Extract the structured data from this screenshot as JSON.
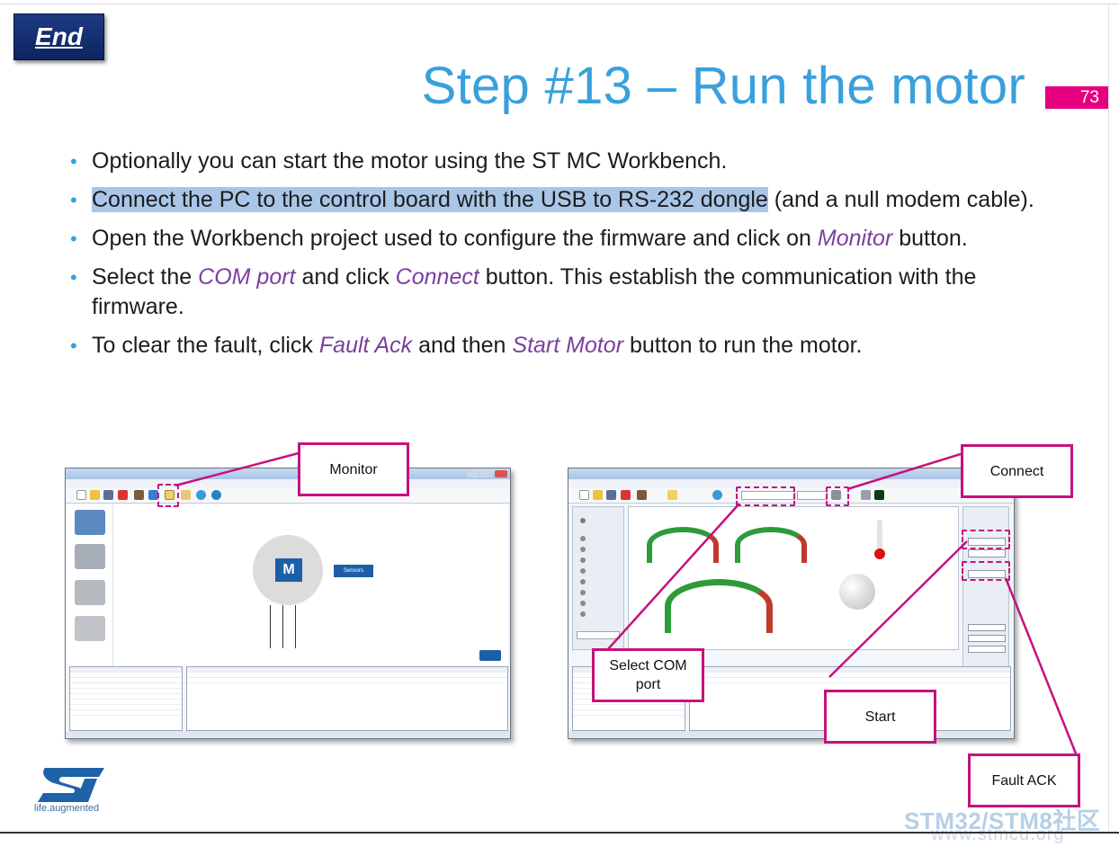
{
  "slide": {
    "end_label": "End",
    "title": "Step #13 – Run the motor",
    "page_number": "73"
  },
  "bullets": {
    "b1": "Optionally you can start the motor using the ST MC Workbench.",
    "b2_highlight": "Connect the PC to the control board with the USB to RS-232 dongle",
    "b2_rest": " (and a null modem cable).",
    "b3_pre": "Open the Workbench project used to configure the firmware and click on ",
    "b3_em": "Monitor",
    "b3_post": " button.",
    "b4_pre": "Select the ",
    "b4_em1": "COM port",
    "b4_mid": " and click ",
    "b4_em2": "Connect",
    "b4_post": " button. This establish the communication with the firmware.",
    "b5_pre": "To clear the fault, click ",
    "b5_em1": "Fault Ack",
    "b5_mid": " and then ",
    "b5_em2": "Start Motor",
    "b5_post": " button to run the motor."
  },
  "callouts": {
    "monitor": "Monitor",
    "connect": "Connect",
    "select_com_line1": "Select COM",
    "select_com_line2": "port",
    "start": "Start",
    "fault_ack": "Fault ACK"
  },
  "left_shot": {
    "motor_label": "M",
    "sensors_label": "Sensors"
  },
  "logo": {
    "tagline": "life.augmented"
  },
  "watermark": {
    "top": "STM32/STM8社区",
    "bottom": "www.stmcu.org"
  },
  "colors": {
    "title_blue": "#3aa0dc",
    "callout_magenta": "#c5127e",
    "page_num_bg": "#e4007f",
    "end_button": "#1e3a82",
    "highlight": "#a9c6e8",
    "emphasis_purple": "#7b3f9e"
  }
}
